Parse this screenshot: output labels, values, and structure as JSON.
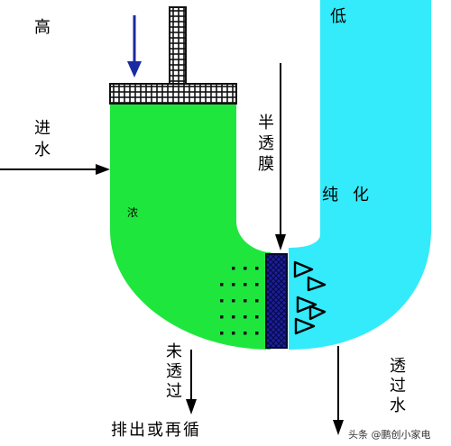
{
  "labels": {
    "high_pressure": "高",
    "low_pressure": "低",
    "inlet_water": "进水",
    "semipermeable_membrane": "半透膜",
    "purified": "纯化",
    "untreated": "未透过",
    "discharge_or_recycle": "排出或再循",
    "permeated_water": "透过水",
    "watermark": "头条 @鹏创小家电",
    "salt_side_mark": "浓"
  },
  "colors": {
    "concentrate_side": "#1fe63d",
    "pure_side": "#33ebfa",
    "membrane": "#1c1f9c",
    "piston_grid": "#111111",
    "pressure_arrow": "#1a2aa0",
    "lines": "#000000",
    "background": "#ffffff"
  },
  "icons": {
    "pressure_arrow": "arrow-down-icon",
    "inlet_arrow": "arrow-right-icon",
    "membrane_pointer": "arrow-down-icon",
    "reject_outlet": "arrow-down-icon",
    "permeate_outlet": "arrow-down-icon"
  }
}
